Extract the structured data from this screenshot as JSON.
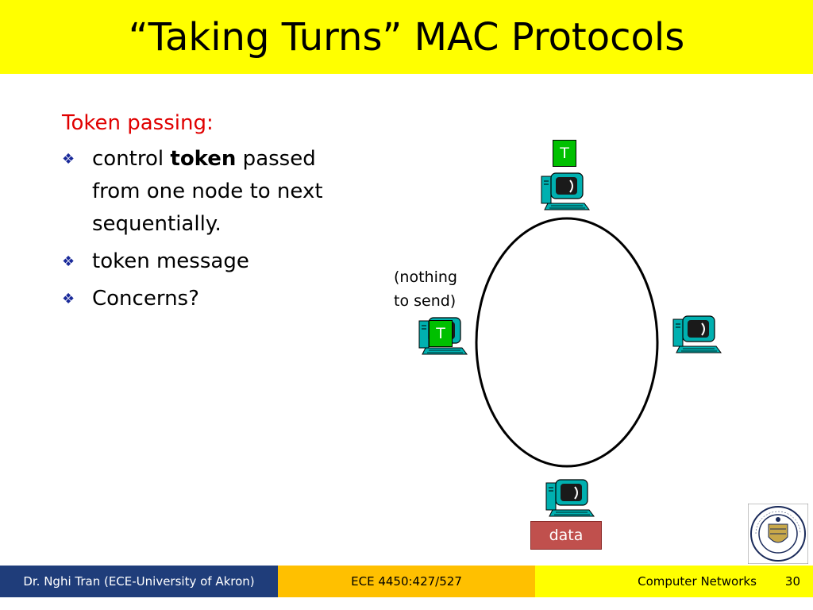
{
  "slide": {
    "title": "“Taking Turns” MAC Protocols"
  },
  "content": {
    "heading": "Token passing:",
    "bullet_symbol": "❖",
    "bullets": [
      {
        "pre": "control ",
        "bold": "token",
        "post": " passed from one node to next sequentially."
      },
      {
        "text": "token message"
      },
      {
        "text": "Concerns?"
      }
    ]
  },
  "diagram": {
    "callout_line1": "(nothing",
    "callout_line2": "to send)",
    "token_label": "T",
    "data_label": "data",
    "colors": {
      "token": "#00c000",
      "data": "#c0504d"
    }
  },
  "footer": {
    "left": "Dr. Nghi Tran (ECE-University of Akron)",
    "middle": "ECE 4450:427/527",
    "right": "Computer Networks",
    "page": "30",
    "colors": {
      "left": "#1f3d7a",
      "middle": "#ffc000",
      "right": "#ffff00"
    }
  },
  "logo": {
    "name": "university-of-akron-seal",
    "text": "THE UNIVERSITY OF AKRON 1870"
  }
}
